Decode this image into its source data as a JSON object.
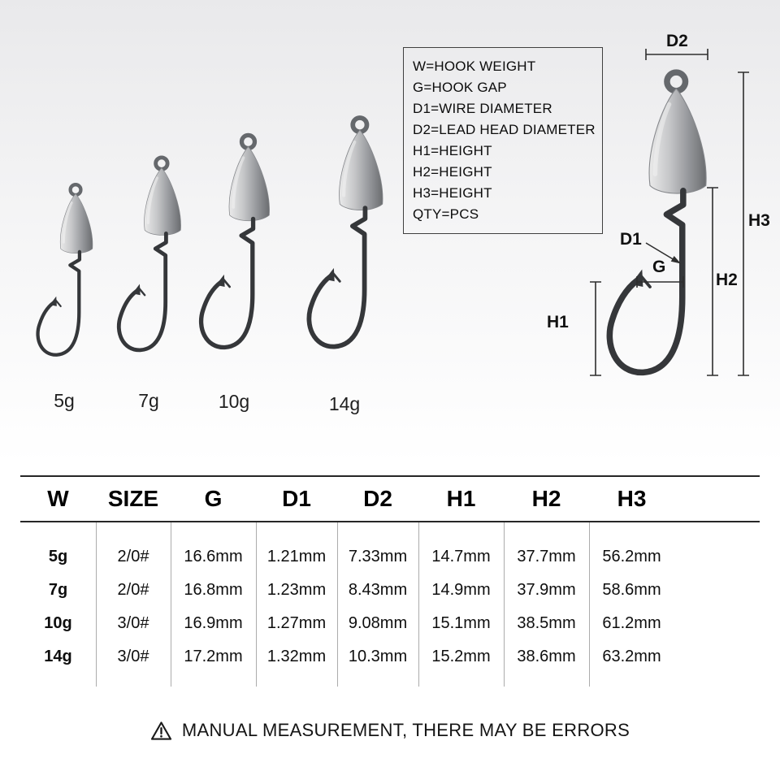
{
  "legend": {
    "items": [
      "W=HOOK WEIGHT",
      "G=HOOK GAP",
      "D1=WIRE DIAMETER",
      "D2=LEAD HEAD DIAMETER",
      "H1=HEIGHT",
      "H2=HEIGHT",
      "H3=HEIGHT",
      "QTY=PCS"
    ]
  },
  "hooks": {
    "items": [
      {
        "label": "5g"
      },
      {
        "label": "7g"
      },
      {
        "label": "10g"
      },
      {
        "label": "14g"
      }
    ]
  },
  "diagram": {
    "labels": {
      "d2": "D2",
      "h3": "H3",
      "d1": "D1",
      "h2": "H2",
      "g": "G",
      "h1": "H1"
    }
  },
  "table": {
    "headers": [
      "W",
      "SIZE",
      "G",
      "D1",
      "D2",
      "H1",
      "H2",
      "H3"
    ],
    "rows": [
      [
        "5g",
        "2/0#",
        "16.6mm",
        "1.21mm",
        "7.33mm",
        "14.7mm",
        "37.7mm",
        "56.2mm"
      ],
      [
        "7g",
        "2/0#",
        "16.8mm",
        "1.23mm",
        "8.43mm",
        "14.9mm",
        "37.9mm",
        "58.6mm"
      ],
      [
        "10g",
        "3/0#",
        "16.9mm",
        "1.27mm",
        "9.08mm",
        "15.1mm",
        "38.5mm",
        "61.2mm"
      ],
      [
        "14g",
        "3/0#",
        "17.2mm",
        "1.32mm",
        "10.3mm",
        "15.2mm",
        "38.6mm",
        "63.2mm"
      ]
    ]
  },
  "footer": {
    "warning_icon": "warning-triangle",
    "warning": "MANUAL MEASUREMENT, THERE MAY BE ERRORS"
  }
}
